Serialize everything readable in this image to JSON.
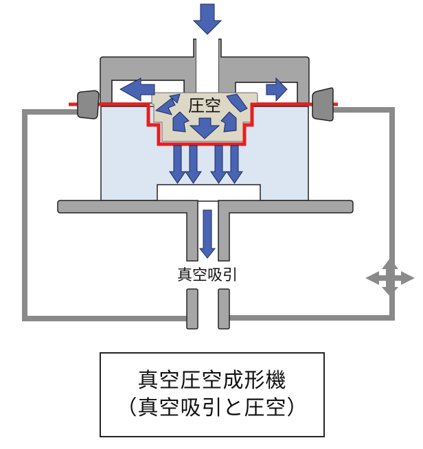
{
  "diagram": {
    "title": "真空圧空成形機",
    "labels": {
      "pressure_air": "圧空",
      "vacuum_suction": "真空吸引"
    },
    "caption": {
      "line1": "真空圧空成形機",
      "line2": "（真空吸引と圧空）"
    },
    "colors": {
      "body_gray": "#a6a6a6",
      "pipe_gray": "#8a8a8a",
      "arrow_blue": "#4a64b4",
      "sheet_red": "#e81e1e",
      "chamber_blue": "#dce6f2",
      "pressure_zone": "#ddd8c6",
      "outline": "#222222"
    },
    "components": [
      {
        "id": "air-inlet-arrow",
        "desc": "compressed air inlet (down arrow)"
      },
      {
        "id": "upper-pressure-box",
        "desc": "upper pressure chamber"
      },
      {
        "id": "clamp-left",
        "desc": "left sheet clamp"
      },
      {
        "id": "clamp-right",
        "desc": "right sheet clamp"
      },
      {
        "id": "heated-sheet",
        "desc": "plastic sheet (red)"
      },
      {
        "id": "mold",
        "desc": "mold block"
      },
      {
        "id": "vacuum-chamber",
        "desc": "lower vacuum chamber"
      },
      {
        "id": "vacuum-outlet",
        "desc": "vacuum suction outlet"
      },
      {
        "id": "four-way-valve",
        "desc": "four-direction arrow on return pipe"
      }
    ]
  }
}
